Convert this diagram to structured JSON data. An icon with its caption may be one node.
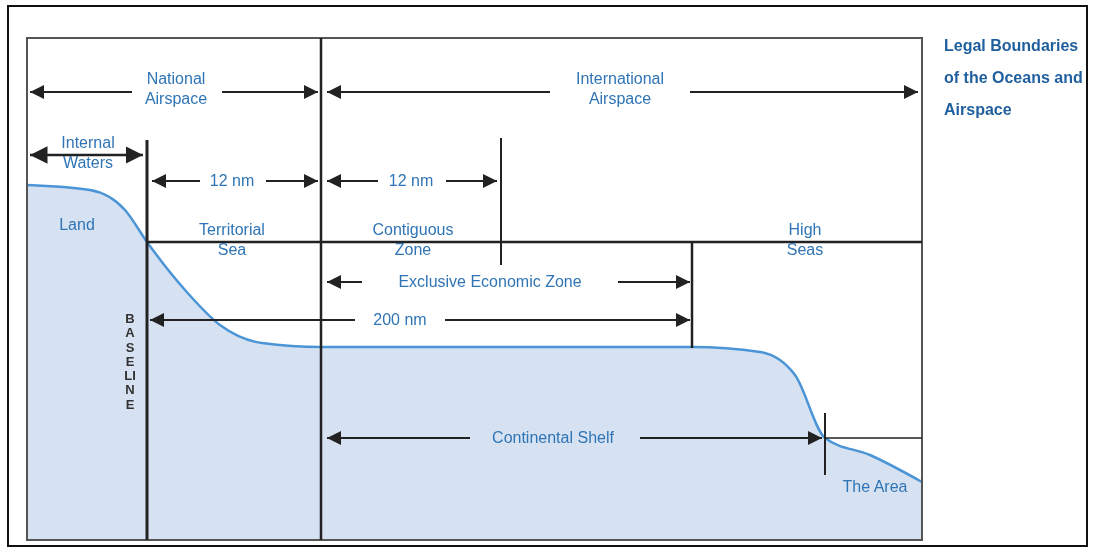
{
  "diagram": {
    "title": "Legal Boundaries of the Oceans and Airspace",
    "labels": [
      "National Airspace",
      "International Airspace",
      "Internal Waters",
      "12 nm",
      "12 nm",
      "Land",
      "Territorial Sea",
      "Contiguous Zone",
      "High Seas",
      "Exclusive Economic Zone",
      "BASELINE",
      "200 nm",
      "Continental Shelf",
      "The Area"
    ]
  }
}
